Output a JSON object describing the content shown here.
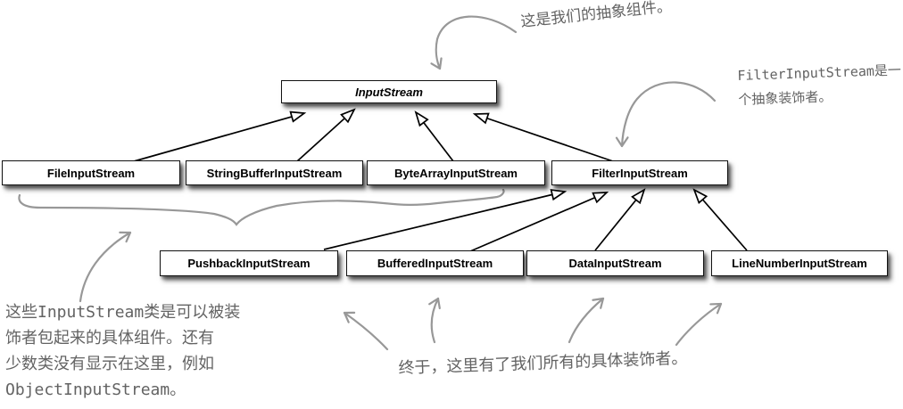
{
  "classes": {
    "input_stream": {
      "label": "InputStream"
    },
    "file_input_stream": {
      "label": "FileInputStream"
    },
    "string_buffer_input_stream": {
      "label": "StringBufferInputStream"
    },
    "byte_array_input_stream": {
      "label": "ByteArrayInputStream"
    },
    "filter_input_stream": {
      "label": "FilterInputStream"
    },
    "pushback_input_stream": {
      "label": "PushbackInputStream"
    },
    "buffered_input_stream": {
      "label": "BufferedInputStream"
    },
    "data_input_stream": {
      "label": "DataInputStream"
    },
    "line_number_input_stream": {
      "label": "LineNumberInputStream"
    }
  },
  "annotations": {
    "abstract_component": {
      "text": "这是我们的抽象组件。"
    },
    "abstract_decorator": {
      "line1": "FilterInputStream是一",
      "line2": "个抽象装饰者。"
    },
    "concrete_components": {
      "line1": "这些InputStream类是可以被装",
      "line2": "饰者包起来的具体组件。还有",
      "line3": "少数类没有显示在这里，例如",
      "line4": "ObjectInputStream。"
    },
    "concrete_decorators": {
      "text": "终于，这里有了我们所有的具体装饰者。"
    }
  },
  "colors": {
    "annotation_text": "#636363",
    "annotation_stroke": "#989898",
    "connector": "#000000",
    "box_background": "#ffffff",
    "box_border": "#121212"
  }
}
